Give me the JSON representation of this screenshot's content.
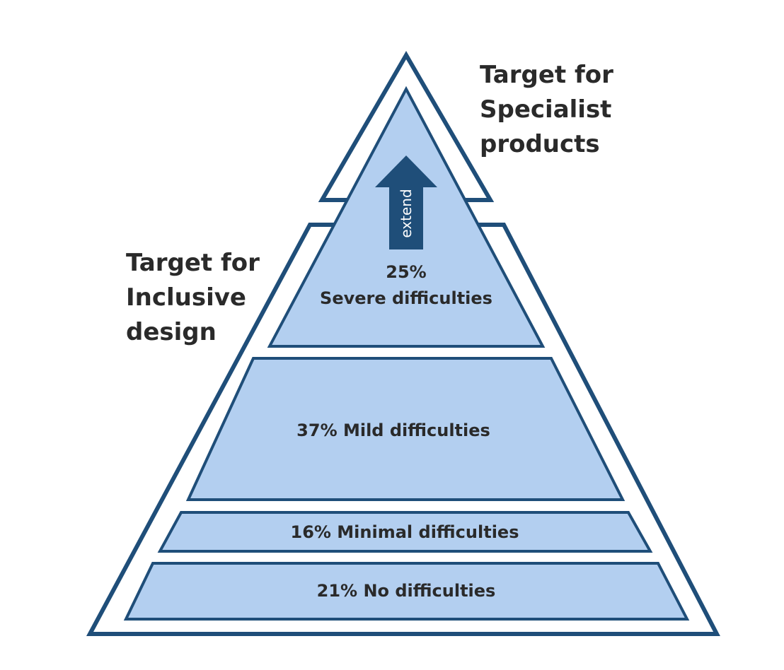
{
  "labels": {
    "specialist": [
      "Target for",
      "Specialist",
      "products"
    ],
    "inclusive": [
      "Target for",
      "Inclusive",
      "design"
    ]
  },
  "tiers": {
    "severe": {
      "percent": "25%",
      "text": "Severe difficulties"
    },
    "mild": "37% Mild difficulties",
    "minimal": "16% Minimal difficulties",
    "none": "21% No difficulties"
  },
  "arrow": {
    "label": "extend"
  },
  "colors": {
    "outline": "#1f4e79",
    "tier_fill": "#b3cff0",
    "text": "#2a2a2a"
  }
}
